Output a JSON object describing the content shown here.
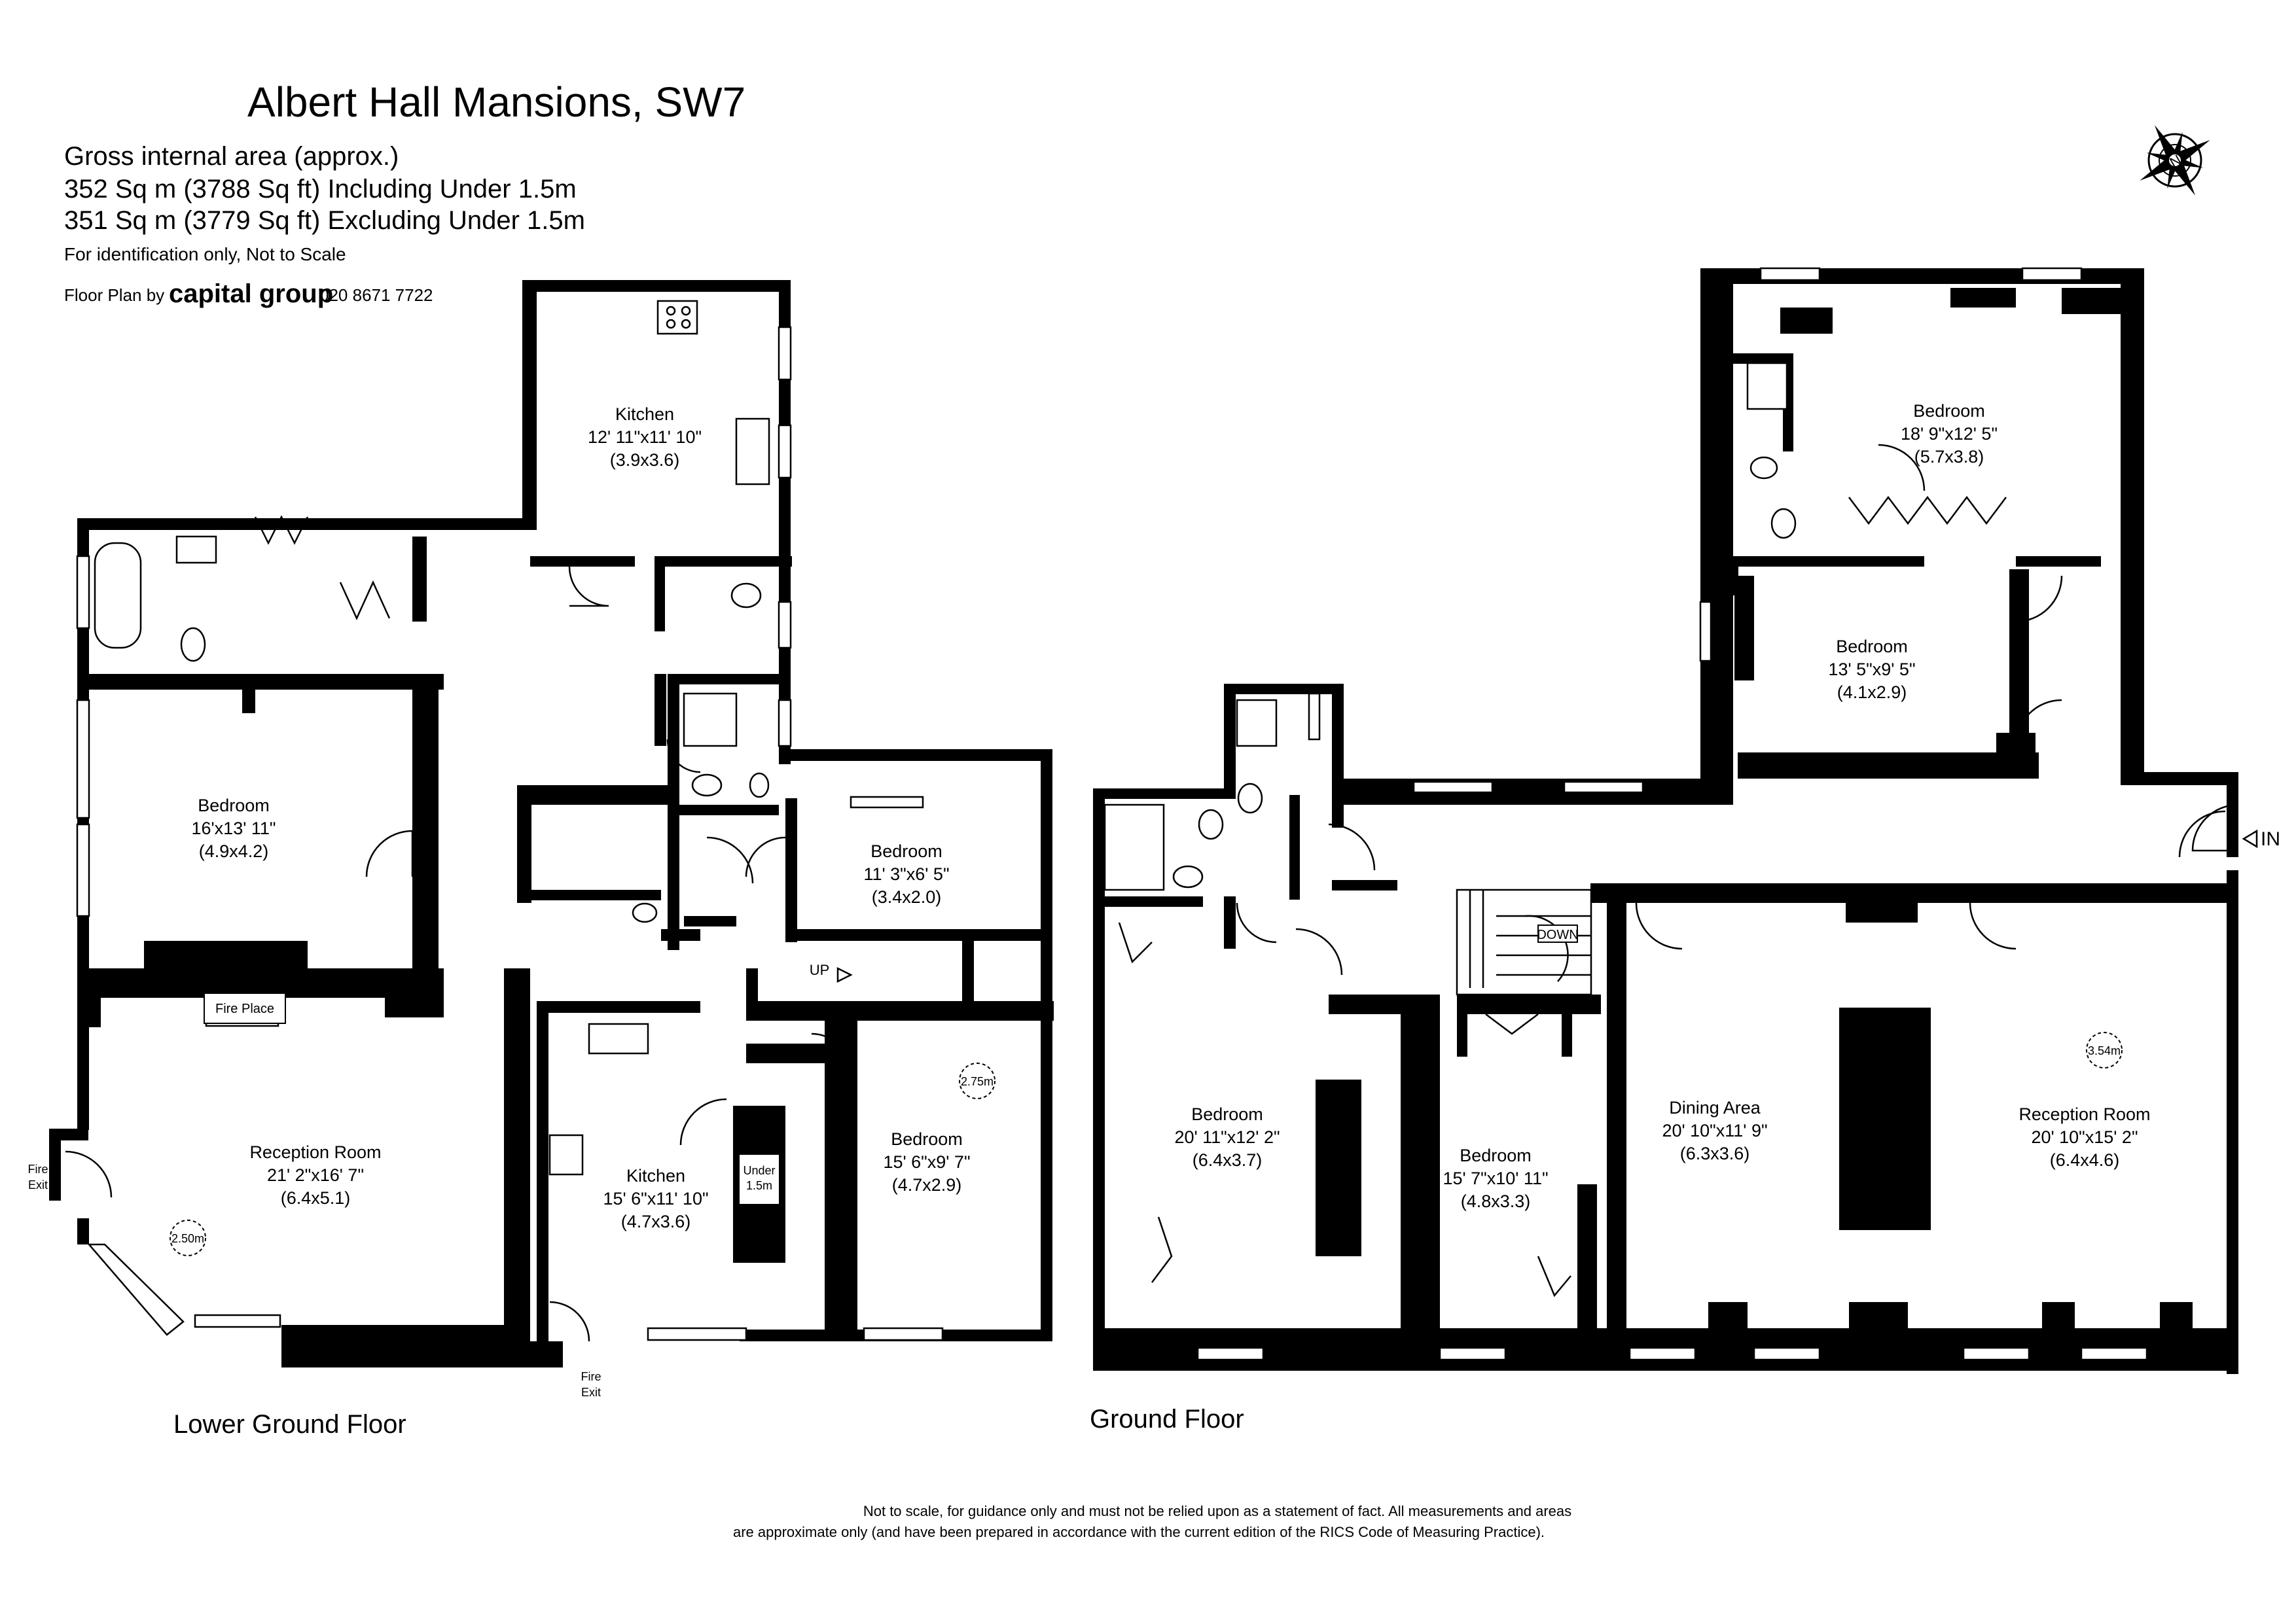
{
  "header": {
    "title": "Albert Hall Mansions, SW7",
    "gia_heading": "Gross internal area (approx.)",
    "area_including": "352 Sq m (3788 Sq ft) Including Under 1.5m",
    "area_excluding": "351 Sq m (3779 Sq ft) Excluding Under 1.5m",
    "identification_note": "For identification only, Not to Scale",
    "credit_prefix": "Floor Plan by",
    "credit_brand": "capital group",
    "credit_phone": "020 8671 7722"
  },
  "compass": {
    "label": "N",
    "icon": "compass-rose-icon"
  },
  "floors": {
    "lower": {
      "label": "Lower Ground Floor",
      "rooms": {
        "kitchen_top": {
          "name": "Kitchen",
          "dims": "12' 11\"x11' 10\"",
          "metric": "(3.9x3.6)"
        },
        "bedroom_left": {
          "name": "Bedroom",
          "dims": "16'x13' 11\"",
          "metric": "(4.9x4.2)"
        },
        "bedroom_small": {
          "name": "Bedroom",
          "dims": "11' 3\"x6' 5\"",
          "metric": "(3.4x2.0)"
        },
        "reception": {
          "name": "Reception Room",
          "dims": "21' 2\"x16' 7\"",
          "metric": "(6.4x5.1)"
        },
        "kitchen_bottom": {
          "name": "Kitchen",
          "dims": "15' 6\"x11' 10\"",
          "metric": "(4.7x3.6)"
        },
        "bedroom_right": {
          "name": "Bedroom",
          "dims": "15' 6\"x9' 7\"",
          "metric": "(4.7x2.9)"
        }
      },
      "labels": {
        "fire_place": "Fire Place",
        "fire_exit_1": "Fire",
        "fire_exit_2": "Exit",
        "stairs_up": "UP",
        "under_1": "Under",
        "under_2": "1.5m",
        "height_reception": "2.50m",
        "height_bedroom": "2.75m"
      }
    },
    "ground": {
      "label": "Ground Floor",
      "rooms": {
        "bedroom_top": {
          "name": "Bedroom",
          "dims": "18' 9\"x12' 5\"",
          "metric": "(5.7x3.8)"
        },
        "bedroom_mid": {
          "name": "Bedroom",
          "dims": "13' 5\"x9' 5\"",
          "metric": "(4.1x2.9)"
        },
        "bedroom_left": {
          "name": "Bedroom",
          "dims": "20' 11\"x12' 2\"",
          "metric": "(6.4x3.7)"
        },
        "bedroom_centre": {
          "name": "Bedroom",
          "dims": "15' 7\"x10' 11\"",
          "metric": "(4.8x3.3)"
        },
        "dining": {
          "name": "Dining Area",
          "dims": "20' 10\"x11' 9\"",
          "metric": "(6.3x3.6)"
        },
        "reception": {
          "name": "Reception Room",
          "dims": "20' 10\"x15' 2\"",
          "metric": "(6.4x4.6)"
        }
      },
      "labels": {
        "stairs_down": "DOWN",
        "entrance": "IN",
        "height_reception": "3.54m"
      }
    }
  },
  "disclaimer": {
    "line1": "Not to scale, for guidance only and must not be relied upon as a statement of fact.  All measurements and areas",
    "line2": "are approximate only (and have been prepared in accordance with the current edition of the RICS Code of Measuring Practice)."
  }
}
